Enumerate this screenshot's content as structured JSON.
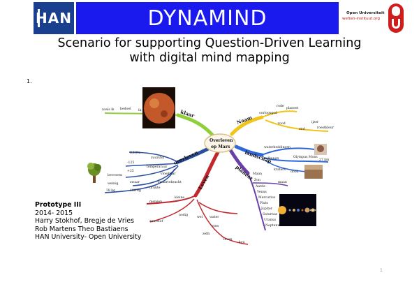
{
  "header": {
    "left_logo": "HAN",
    "center_title": "DYNAMIND",
    "right_logo_line1": "Open Universiteit",
    "right_logo_line2": "welten-instituut.org"
  },
  "slide": {
    "title_line1": "Scenario for supporting Question-Driven Learning",
    "title_line2": "with digital mind mapping",
    "item_number": "1.",
    "page_number": "1"
  },
  "mindmap": {
    "center_line1": "Overleven",
    "center_line2": "op Mars",
    "branches": {
      "klaar": {
        "label": "klaar",
        "color": "#8fcf3a",
        "sub": [
          "zoals ik",
          "bedoel",
          "ik"
        ]
      },
      "naam": {
        "label": "Naam",
        "color": "#f0c419",
        "sub": [
          "oorlogsgod",
          "rode",
          "planeet",
          "rood",
          "roestkleur",
          "stof",
          "ijzer"
        ]
      },
      "landschap": {
        "label": "landschap",
        "color": "#2f66d8",
        "sub": [
          "waterbeddingen",
          "vulkanen",
          "Olympus Mons",
          "27 km",
          "kraters",
          "dood"
        ]
      },
      "planeet": {
        "label": "planeet",
        "color": "#6a3fa8",
        "sub": [
          "Maan",
          "Zon",
          "Aarde",
          "Venus",
          "Mercurius",
          "Pluto",
          "Jupiter",
          "Saturnus",
          "Uranus",
          "Neptunus",
          "maan"
        ]
      },
      "leven": {
        "label": "Leven",
        "color": "#c1272d",
        "sub": [
          "kleine",
          "mensen",
          "water",
          "nodig",
          "zuurstof",
          "eten",
          "leven",
          "zelfs",
          "kou",
          "wel"
        ]
      },
      "overleven": {
        "label": "overleven",
        "color": "#2a4f9e",
        "sub": [
          "6.13%",
          "zuurstof",
          "-125",
          "temperatuur",
          "+25",
          "vloeibaar",
          "bevroren",
          "zwaartekracht",
          "zwaar",
          "weinig",
          "drukte",
          "38 kg",
          "100 kg"
        ]
      }
    }
  },
  "prototype": {
    "heading": "Prototype III",
    "years": "2014- 2015",
    "authors1": "Harry Stokhof, Bregje de Vries",
    "authors2": "Rob Martens Theo Bastiaens",
    "institution": "HAN University- Open University"
  }
}
